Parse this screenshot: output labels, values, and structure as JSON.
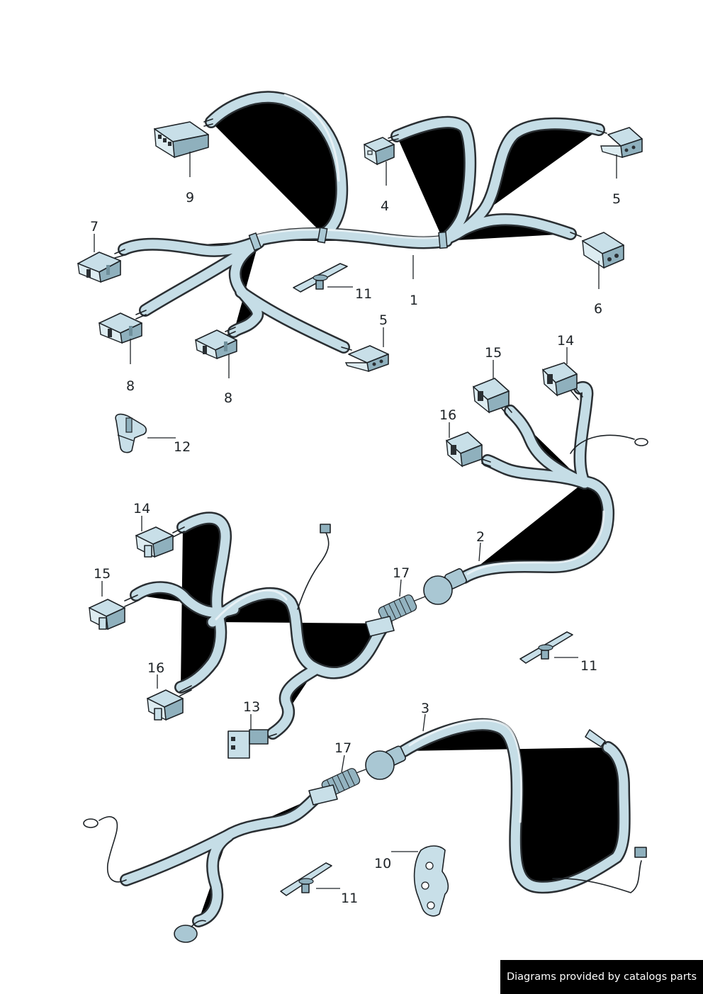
{
  "callouts": {
    "c1": "1",
    "c2": "2",
    "c3": "3",
    "c4": "4",
    "c5a": "5",
    "c5b": "5",
    "c6": "6",
    "c7": "7",
    "c8a": "8",
    "c8b": "8",
    "c9": "9",
    "c10": "10",
    "c11a": "11",
    "c11b": "11",
    "c11c": "11",
    "c12": "12",
    "c13": "13",
    "c14a": "14",
    "c14b": "14",
    "c15a": "15",
    "c15b": "15",
    "c16a": "16",
    "c16b": "16",
    "c17a": "17",
    "c17b": "17"
  },
  "footer": {
    "text": "Diagrams provided by catalogs parts"
  },
  "colors": {
    "cable": "#c5dde6",
    "outline": "#2a2f33",
    "background": "#ffffff",
    "banner": "#000000"
  }
}
